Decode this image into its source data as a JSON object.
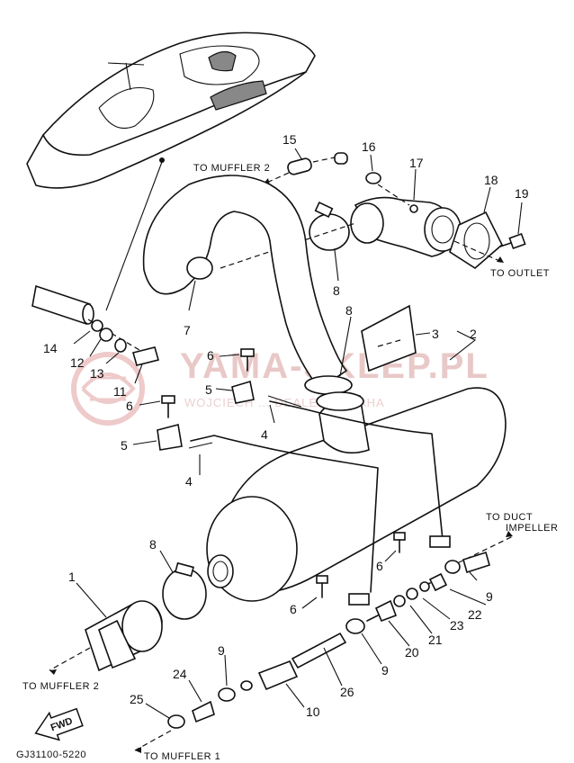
{
  "watermark": {
    "title": "YAMA-SKLEP.PL",
    "subtitle": "WOJCIECH ... DEALER YAMAHA"
  },
  "labels": {
    "to_muffler_2_top": "TO MUFFLER 2",
    "to_outlet": "TO OUTLET",
    "to_duct": "TO DUCT",
    "impeller": "IMPELLER",
    "to_muffler_2_bottom": "TO MUFFLER 2",
    "to_muffler_1": "TO MUFFLER 1",
    "fwd": "FWD",
    "diagram_code": "GJ31100-5220"
  },
  "callouts": [
    "15",
    "16",
    "17",
    "18",
    "19",
    "8",
    "7",
    "8",
    "3",
    "2",
    "14",
    "12",
    "13",
    "11",
    "6",
    "5",
    "6",
    "4",
    "5",
    "4",
    "8",
    "1",
    "6",
    "6",
    "9",
    "22",
    "23",
    "21",
    "20",
    "9",
    "24",
    "9",
    "26",
    "10",
    "25"
  ],
  "colors": {
    "line": "#111111",
    "watermark": "#e3a8a8"
  }
}
